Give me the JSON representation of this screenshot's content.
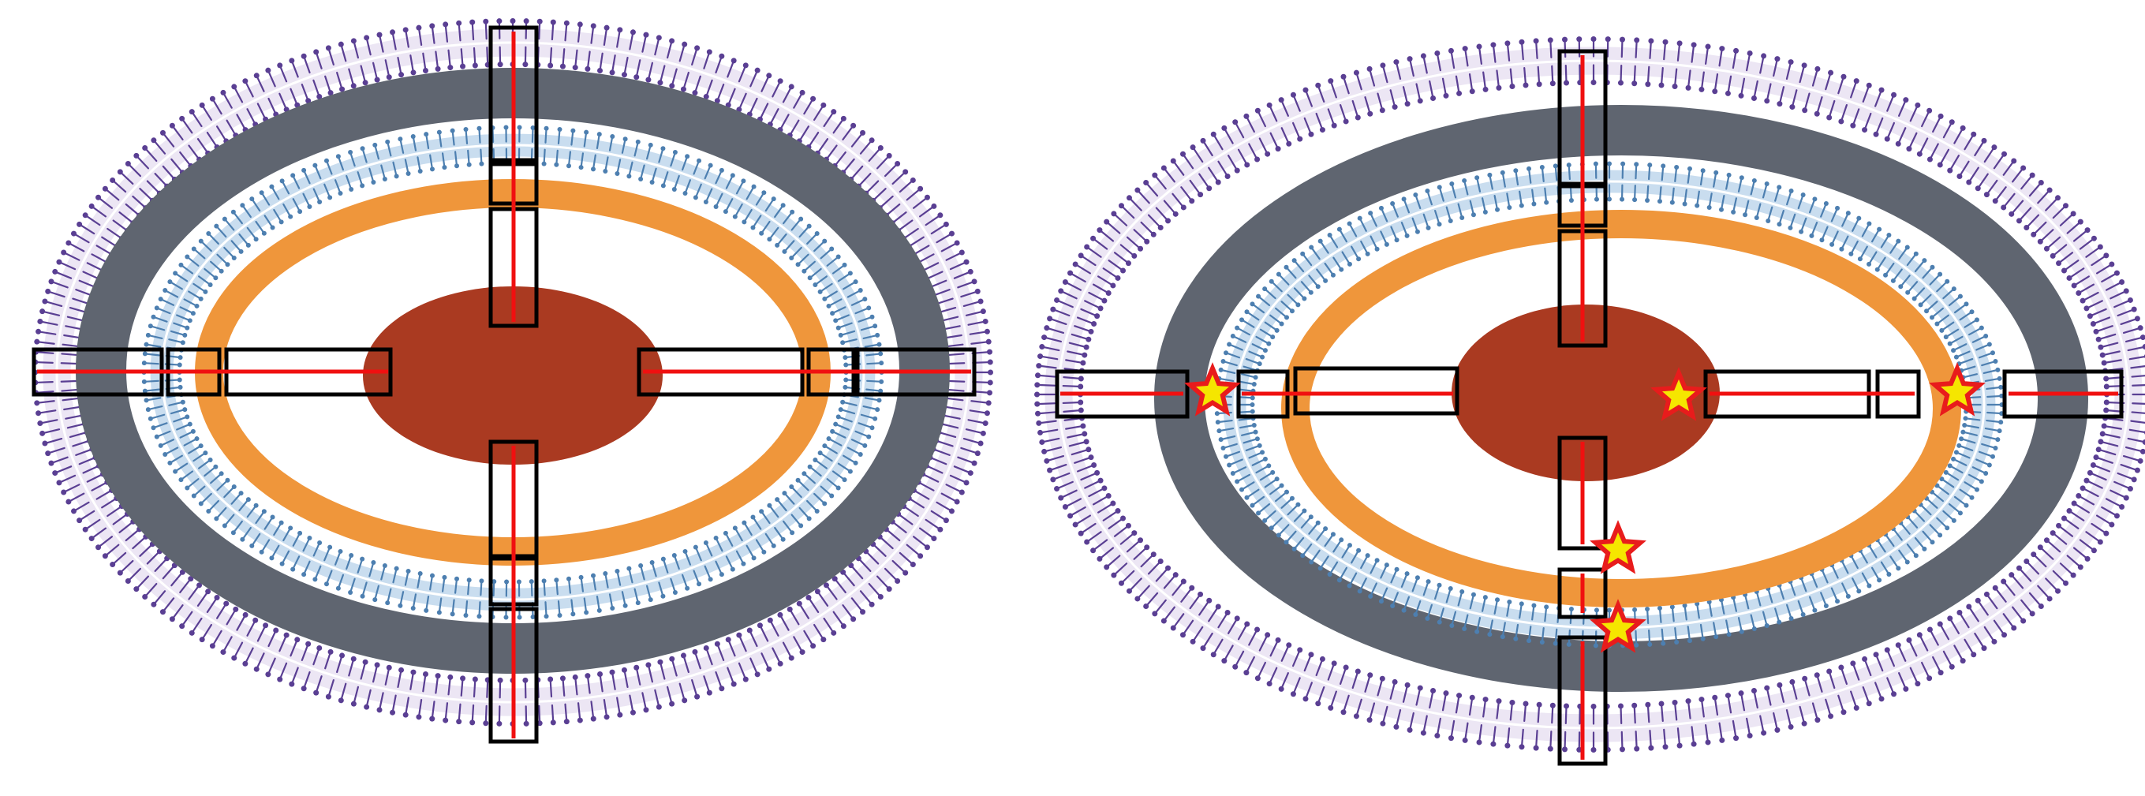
{
  "colors": {
    "background": "#ffffff",
    "outer_membrane": "#5a3f93",
    "outer_membrane_light": "#ece6f4",
    "gray_band": "#5f6570",
    "inner_membrane": "#4d7fb0",
    "inner_membrane_light": "#c9ddef",
    "orange_band": "#ef963b",
    "nucleus": "#aa3a21",
    "channel_box_stroke": "#000000",
    "channel_line": "#f01010",
    "star_fill": "#f5e600",
    "star_stroke": "#e81c1c"
  },
  "panels": [
    {
      "id": "left",
      "description_state": "aligned",
      "marker_count": 0
    },
    {
      "id": "right",
      "description_state": "misaligned",
      "marker_count": 5
    }
  ]
}
